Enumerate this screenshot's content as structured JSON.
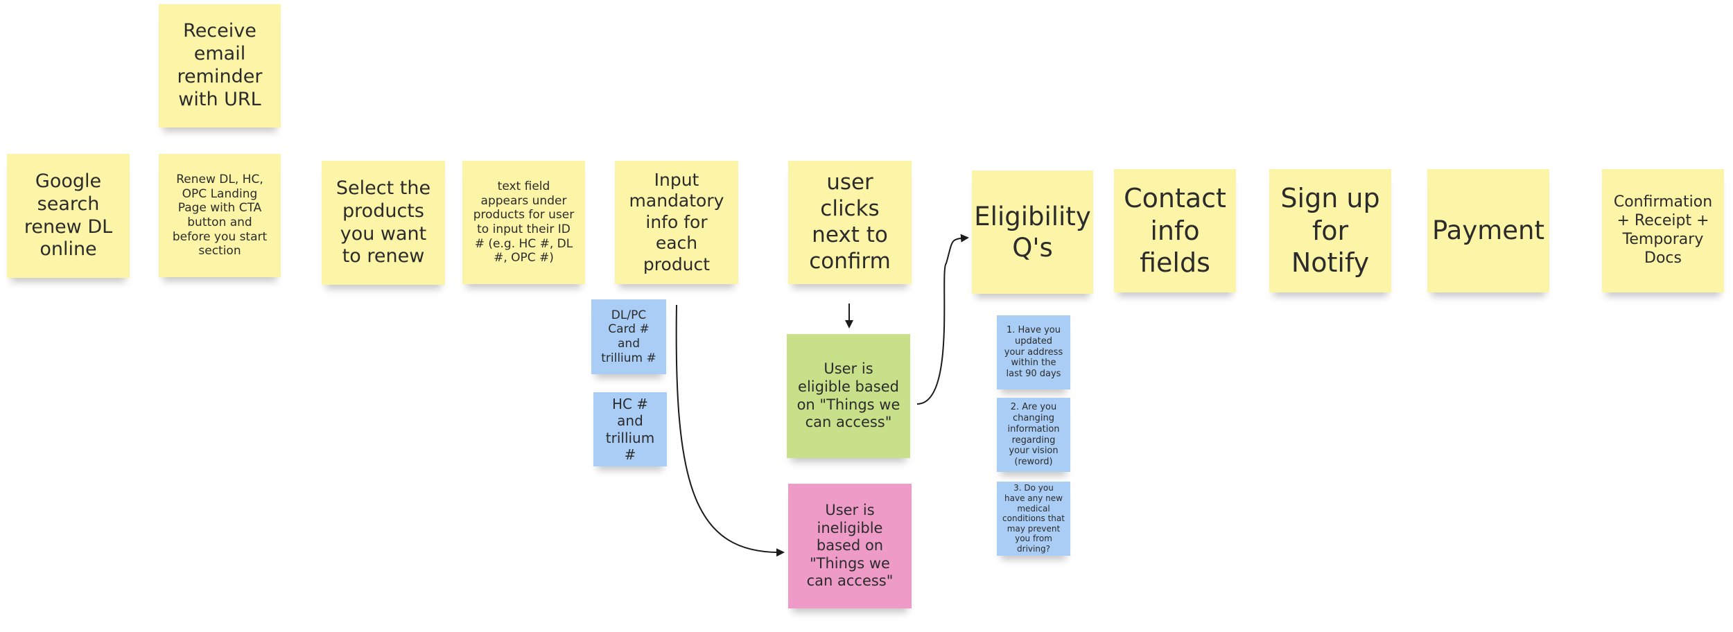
{
  "colors": {
    "yellow": "#fcf5a8",
    "blue": "#a9cdf5",
    "green": "#c8e08a",
    "pink": "#ee9bc8",
    "arrow": "#1a1a1a"
  },
  "notes": {
    "email_reminder": "Receive email reminder with URL",
    "google_search": "Google search renew DL online",
    "landing_page": "Renew DL, HC, OPC  Landing Page with CTA button and before you start section",
    "select_products": "Select the products you want to renew",
    "text_field": "text field appears under products for user to input their ID # (e.g. HC #, DL #, OPC #)",
    "input_mandatory": "Input mandatory info for each product",
    "dlpc_card": "DL/PC Card # and trillium #",
    "hc_trillium": "HC # and trillium #",
    "user_clicks_next": "user clicks next to confirm",
    "user_eligible": "User is eligible based on \"Things we can access\"",
    "user_ineligible": "User is ineligible based on \"Things we can access\"",
    "eligibility_qs": "Eligibility Q's",
    "q1": "1. Have you updated your address within the last 90 days",
    "q2": "2. Are you changing information regarding your vision (reword)",
    "q3": "3. Do you have any new medical conditions that may prevent you from driving?",
    "contact_info": "Contact info fields",
    "sign_up_notify": "Sign up for Notify",
    "payment": "Payment",
    "confirmation": "Confirmation + Receipt + Temporary Docs"
  }
}
